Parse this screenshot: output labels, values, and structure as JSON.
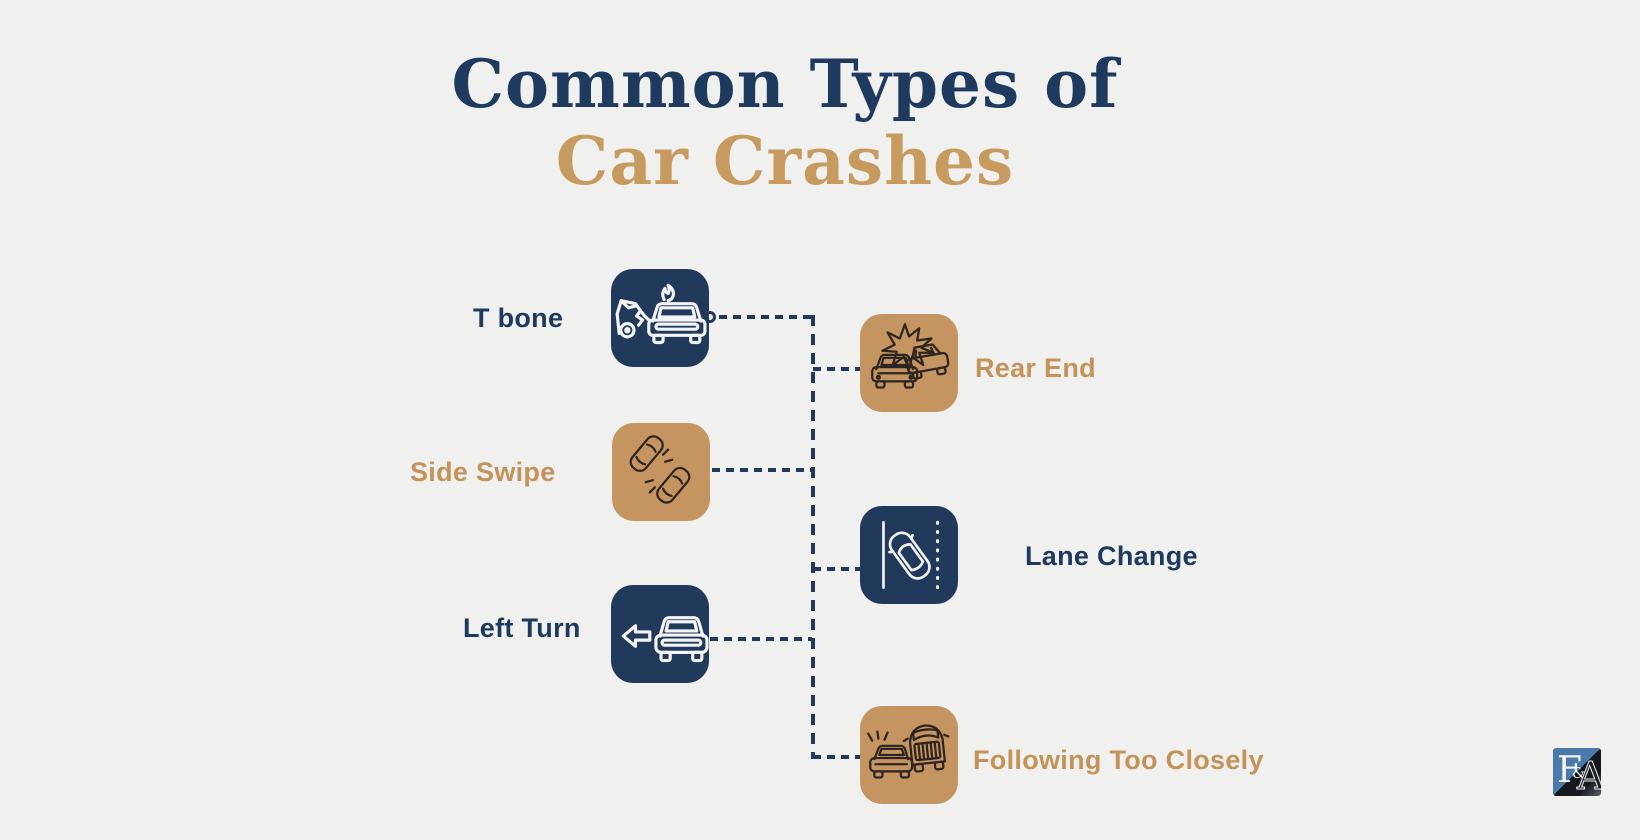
{
  "title": {
    "line1": "Common Types of",
    "line2": "Car Crashes"
  },
  "nodes": [
    {
      "id": "t-bone",
      "label": "T bone",
      "side": "left",
      "variant": "navy"
    },
    {
      "id": "side-swipe",
      "label": "Side Swipe",
      "side": "left",
      "variant": "tan"
    },
    {
      "id": "left-turn",
      "label": "Left Turn",
      "side": "left",
      "variant": "navy"
    },
    {
      "id": "rear-end",
      "label": "Rear End",
      "side": "right",
      "variant": "tan"
    },
    {
      "id": "lane-change",
      "label": "Lane Change",
      "side": "right",
      "variant": "navy"
    },
    {
      "id": "following-too-closely",
      "label": "Following Too Closely",
      "side": "right",
      "variant": "tan"
    }
  ],
  "icons": [
    "t-bone-crash-icon",
    "side-swipe-crash-icon",
    "left-turn-arrow-car-icon",
    "rear-end-crash-icon",
    "lane-change-car-icon",
    "following-too-closely-icon"
  ],
  "logo": {
    "letter_f": "F",
    "ampersand": "&",
    "letter_a": "A"
  },
  "colors": {
    "background": "#f0f0ee",
    "navy": "#21395a",
    "tan": "#c49561",
    "title_navy": "#1e3a5e",
    "title_tan": "#c79b60",
    "label_tan": "#c39359",
    "connector": "#22395b",
    "icon_stroke_light": "#f4f5f7",
    "icon_stroke_dark": "#2d2520",
    "logo_blue": "#4a7aa9"
  }
}
